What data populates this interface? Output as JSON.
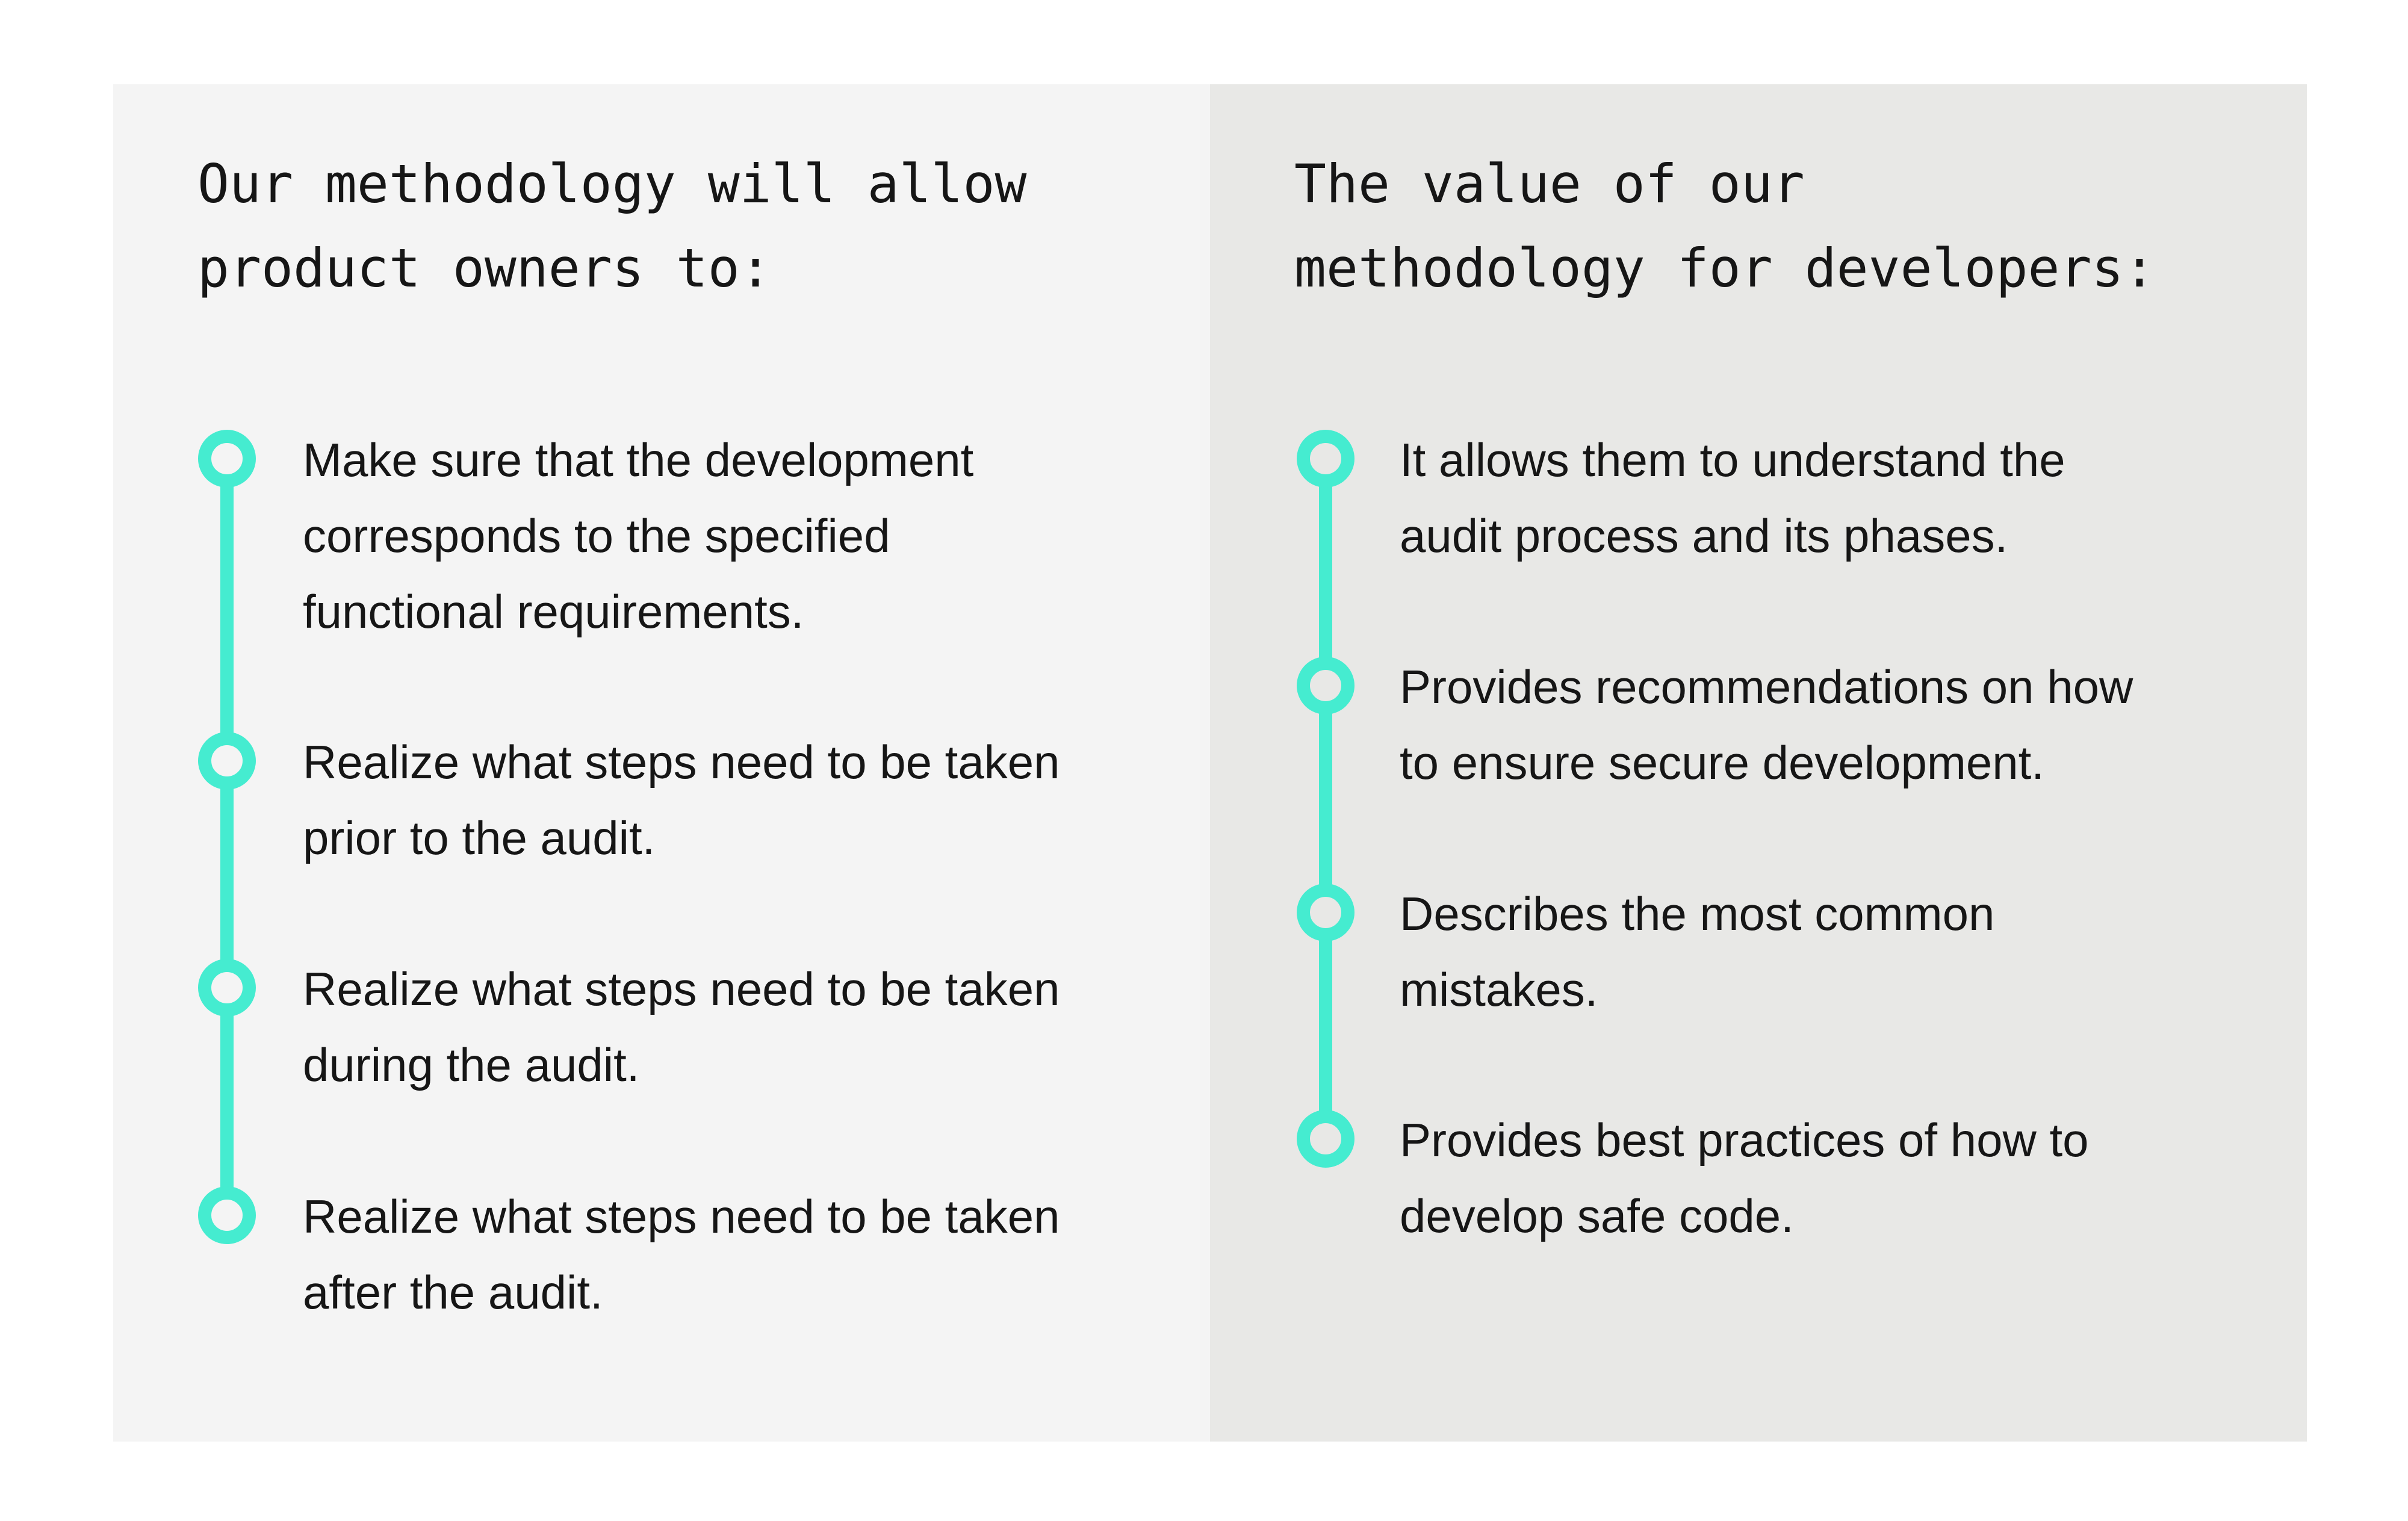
{
  "left_panel": {
    "heading_lines": [
      "Our methodology will allow",
      "product owners to:"
    ],
    "items": [
      {
        "lines": [
          "Make sure that the development",
          "corresponds to the specified",
          "functional requirements."
        ]
      },
      {
        "lines": [
          "Realize what steps need to be taken",
          "prior to the audit."
        ]
      },
      {
        "lines": [
          "Realize what steps need to be taken",
          "during the audit."
        ]
      },
      {
        "lines": [
          "Realize what steps need to be taken",
          "after the audit."
        ]
      }
    ]
  },
  "right_panel": {
    "heading_lines": [
      "The value of our",
      "methodology for developers:"
    ],
    "items": [
      {
        "lines": [
          "It allows them to understand the",
          "audit process and its phases."
        ]
      },
      {
        "lines": [
          "Provides recommendations on how",
          "to ensure secure development."
        ]
      },
      {
        "lines": [
          "Describes the most common",
          "mistakes."
        ]
      },
      {
        "lines": [
          "Provides best practices of how to",
          "develop safe code."
        ]
      }
    ]
  },
  "colors": {
    "accent": "#45ecd0",
    "left_background": "#f4f4f4",
    "right_background": "#e8e8e6",
    "text": "#161616"
  }
}
